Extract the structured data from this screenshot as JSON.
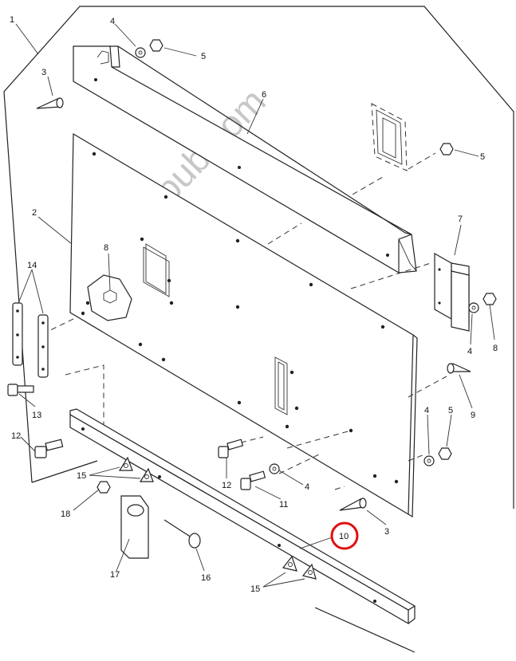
{
  "watermark": "www.tpub.com",
  "callouts": {
    "c1": "1",
    "c2": "2",
    "c3a": "3",
    "c3b": "3",
    "c4a": "4",
    "c4b": "4",
    "c4c": "4",
    "c4d": "4",
    "c5a": "5",
    "c5b": "5",
    "c5c": "5",
    "c6": "6",
    "c7": "7",
    "c8a": "8",
    "c8b": "8",
    "c9": "9",
    "c10": "10",
    "c11": "11",
    "c12a": "12",
    "c12b": "12",
    "c13": "13",
    "c14": "14",
    "c15a": "15",
    "c15b": "15",
    "c16": "16",
    "c17": "17",
    "c18": "18"
  },
  "highlight": {
    "callout": "10",
    "color": "#e01010"
  }
}
